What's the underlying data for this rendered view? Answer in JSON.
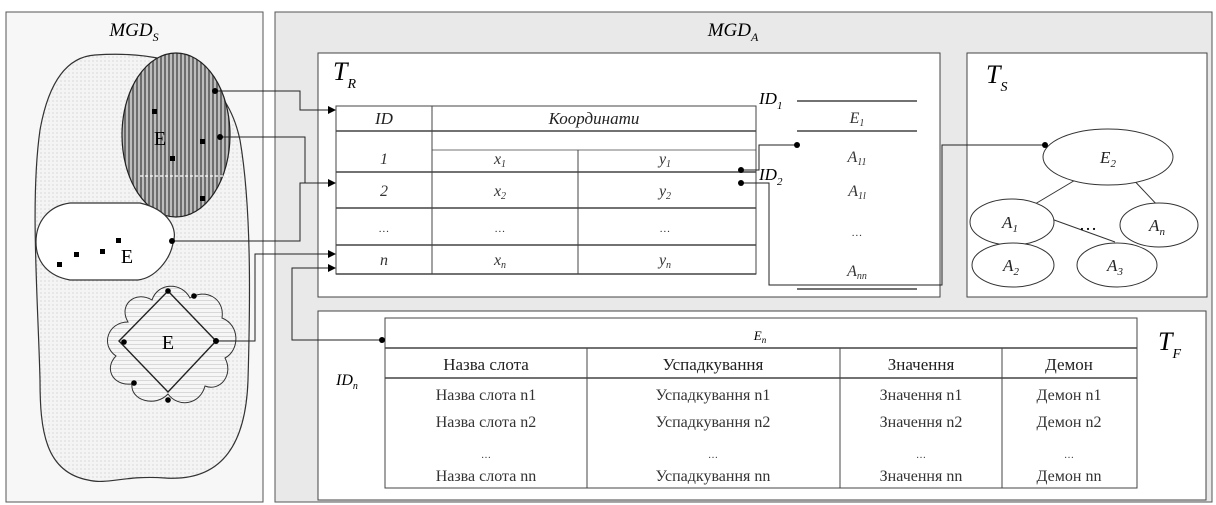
{
  "left_panel": {
    "title": "MGD",
    "title_sub": "S",
    "entity_labels": [
      "E",
      "E",
      "E"
    ]
  },
  "right_panel": {
    "title": "MGD",
    "title_sub": "A"
  },
  "table_r": {
    "title": "T",
    "title_sub": "R",
    "headers": [
      "ID",
      "Координати"
    ],
    "rows": [
      [
        "1",
        "x",
        "1",
        "y",
        "1"
      ],
      [
        "2",
        "x",
        "2",
        "y",
        "2"
      ],
      [
        "…",
        "…",
        "",
        "…",
        ""
      ],
      [
        "n",
        "x",
        "n",
        "y",
        "n"
      ]
    ]
  },
  "id_labels": [
    {
      "main": "ID",
      "sub": "1"
    },
    {
      "main": "ID",
      "sub": "2"
    }
  ],
  "attr_column": {
    "header": "E",
    "header_sub": "1",
    "items": [
      {
        "main": "A",
        "sub": "11"
      },
      {
        "main": "A",
        "sub": "1l"
      },
      {
        "main": "…",
        "sub": ""
      },
      {
        "main": "A",
        "sub": "nn"
      }
    ]
  },
  "tree_s": {
    "title": "T",
    "title_sub": "S",
    "root": {
      "main": "E",
      "sub": "2"
    },
    "nodes": [
      {
        "main": "A",
        "sub": "1"
      },
      {
        "main": "A",
        "sub": "n"
      },
      {
        "main": "A",
        "sub": "2"
      },
      {
        "main": "A",
        "sub": "3"
      }
    ],
    "ellipsis": "…"
  },
  "table_f": {
    "title": "T",
    "title_sub": "F",
    "id_label": "ID",
    "id_sub": "n",
    "entity": "E",
    "entity_sub": "n",
    "headers": [
      "Назва слота",
      "Успадкування",
      "Значення",
      "Демон"
    ],
    "rows": [
      [
        "Назва слота n1",
        "Успадкування n1",
        "Значення n1",
        "Демон n1"
      ],
      [
        "Назва слота n2",
        "Успадкування n2",
        "Значення n2",
        "Демон n2"
      ],
      [
        "…",
        "…",
        "…",
        "…"
      ],
      [
        "Назва слота nn",
        "Успадкування nn",
        "Значення nn",
        "Демон nn"
      ]
    ]
  }
}
